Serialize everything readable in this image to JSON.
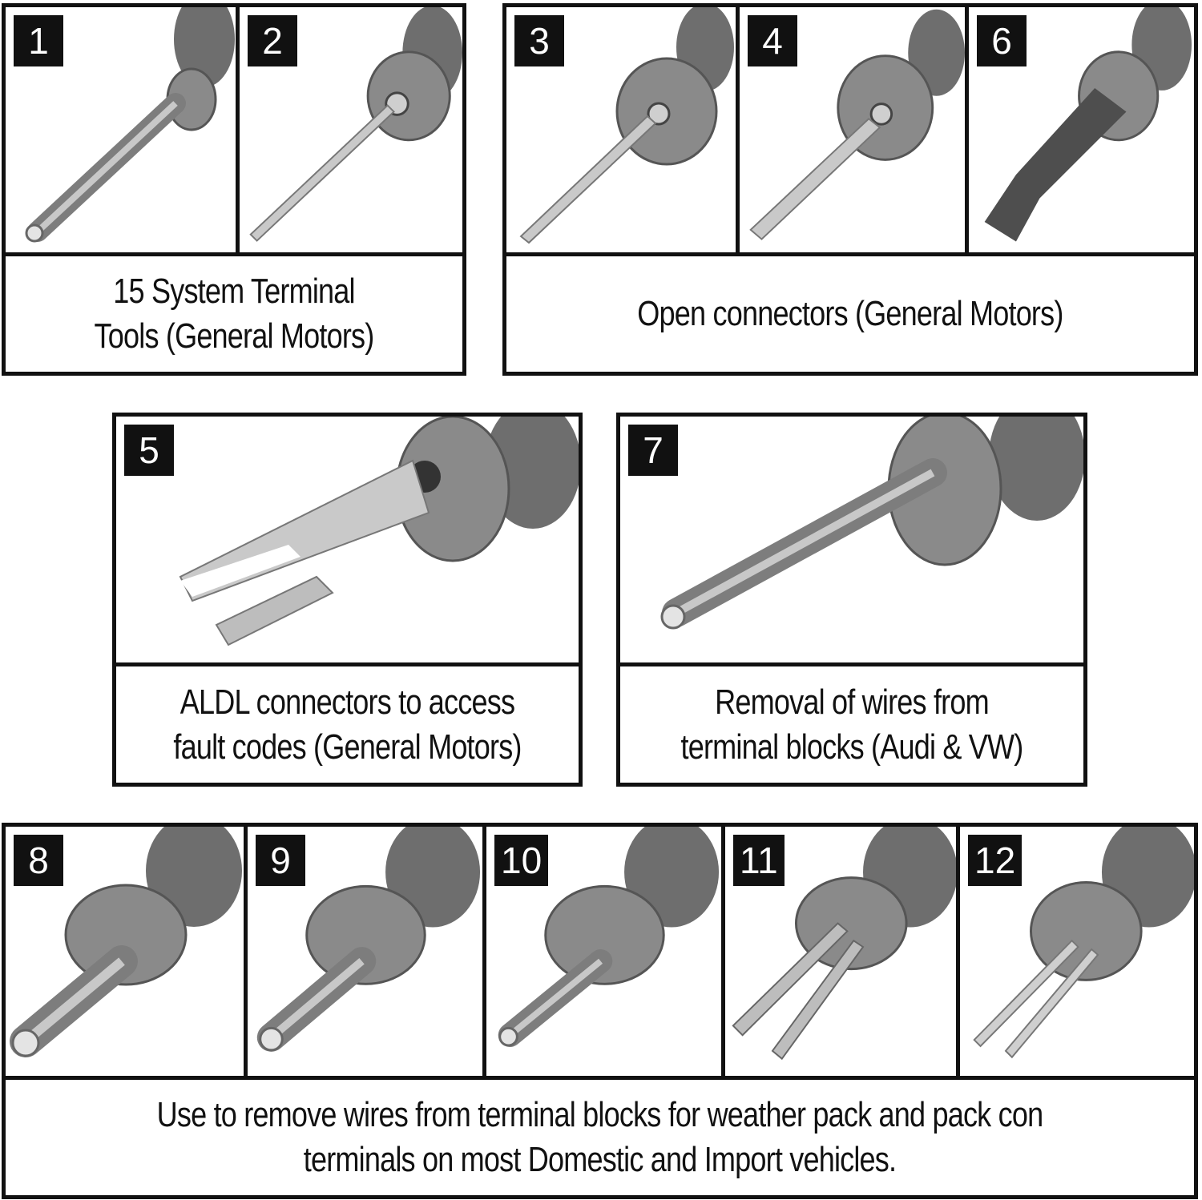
{
  "colors": {
    "border": "#111111",
    "badge_bg": "#111111",
    "badge_text": "#ffffff",
    "caption_text": "#111111",
    "tool_metal": "#9a9a9a",
    "tool_handle": "#6e6e6e"
  },
  "groups": [
    {
      "tools": [
        {
          "number": "1",
          "tip": "tube-icon"
        },
        {
          "number": "2",
          "tip": "flat-blade-icon"
        }
      ],
      "caption": "15 System Terminal Tools (General Motors)"
    },
    {
      "tools": [
        {
          "number": "3",
          "tip": "flat-blade-icon"
        },
        {
          "number": "4",
          "tip": "flat-blade-icon"
        },
        {
          "number": "6",
          "tip": "wide-blade-icon"
        }
      ],
      "caption": "Open connectors (General Motors)"
    },
    {
      "tools": [
        {
          "number": "5",
          "tip": "fork-icon"
        }
      ],
      "caption": "ALDL connectors to access fault codes (General Motors)"
    },
    {
      "tools": [
        {
          "number": "7",
          "tip": "tube-icon"
        }
      ],
      "caption": "Removal of wires from terminal blocks (Audi & VW)"
    },
    {
      "tools": [
        {
          "number": "8",
          "tip": "tube-icon"
        },
        {
          "number": "9",
          "tip": "tube-icon"
        },
        {
          "number": "10",
          "tip": "tube-icon"
        },
        {
          "number": "11",
          "tip": "double-pin-icon"
        },
        {
          "number": "12",
          "tip": "double-pin-icon"
        }
      ],
      "caption": "Use to remove wires from terminal blocks for weather pack and pack con terminals on most Domestic and Import vehicles."
    }
  ]
}
